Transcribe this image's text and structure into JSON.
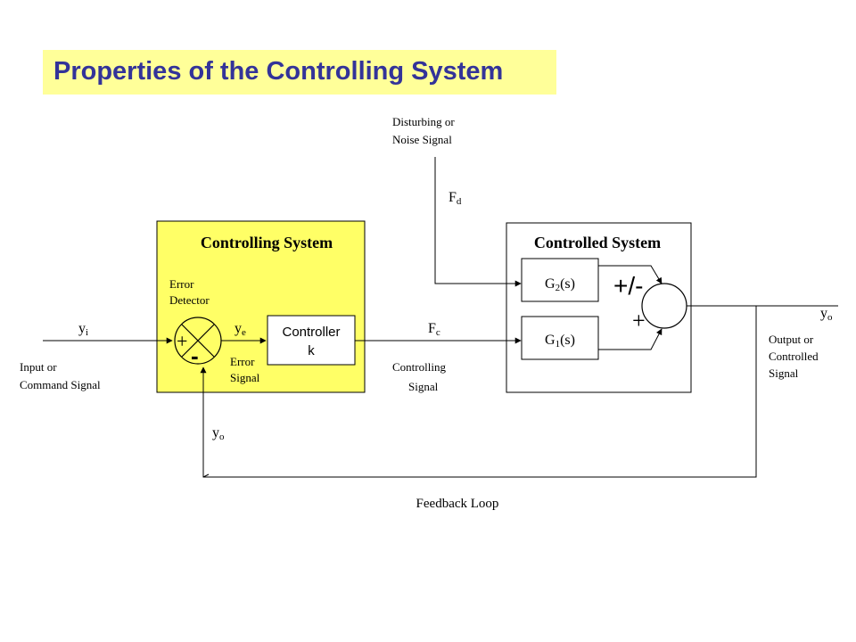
{
  "title": "Properties of the Controlling System",
  "controlling_system": {
    "label": "Controlling System",
    "fill": "#ffff66",
    "error_detector_line1": "Error",
    "error_detector_line2": "Detector",
    "plus_sign": "+",
    "minus_sign": "-",
    "ye_symbol": "y",
    "ye_sub": "e",
    "error_signal_line1": "Error",
    "error_signal_line2": "Signal",
    "controller_line1": "Controller",
    "controller_line2": "k"
  },
  "input": {
    "symbol": "y",
    "sub": "i",
    "label_line1": "Input or",
    "label_line2": "Command Signal"
  },
  "controlling_signal": {
    "symbol": "F",
    "sub": "c",
    "label_line1": "Controlling",
    "label_line2": "Signal"
  },
  "disturbance": {
    "label_line1": "Disturbing or",
    "label_line2": "Noise Signal",
    "symbol": "F",
    "sub": "d"
  },
  "controlled_system": {
    "label": "Controlled System",
    "g2_main": "G",
    "g2_sub": "2",
    "g2_arg": "(s)",
    "g1_main": "G",
    "g1_sub": "1",
    "g1_arg": "(s)",
    "sign_top": "+/-",
    "sign_bottom": "+"
  },
  "output": {
    "symbol": "y",
    "sub": "o",
    "label_line1": "Output or",
    "label_line2": "Controlled",
    "label_line3": "Signal"
  },
  "feedback": {
    "symbol": "y",
    "sub": "o",
    "label": "Feedback Loop"
  },
  "colors": {
    "title_bg": "#ffff99",
    "title_text": "#333399",
    "controlling_box": "#ffff66"
  }
}
